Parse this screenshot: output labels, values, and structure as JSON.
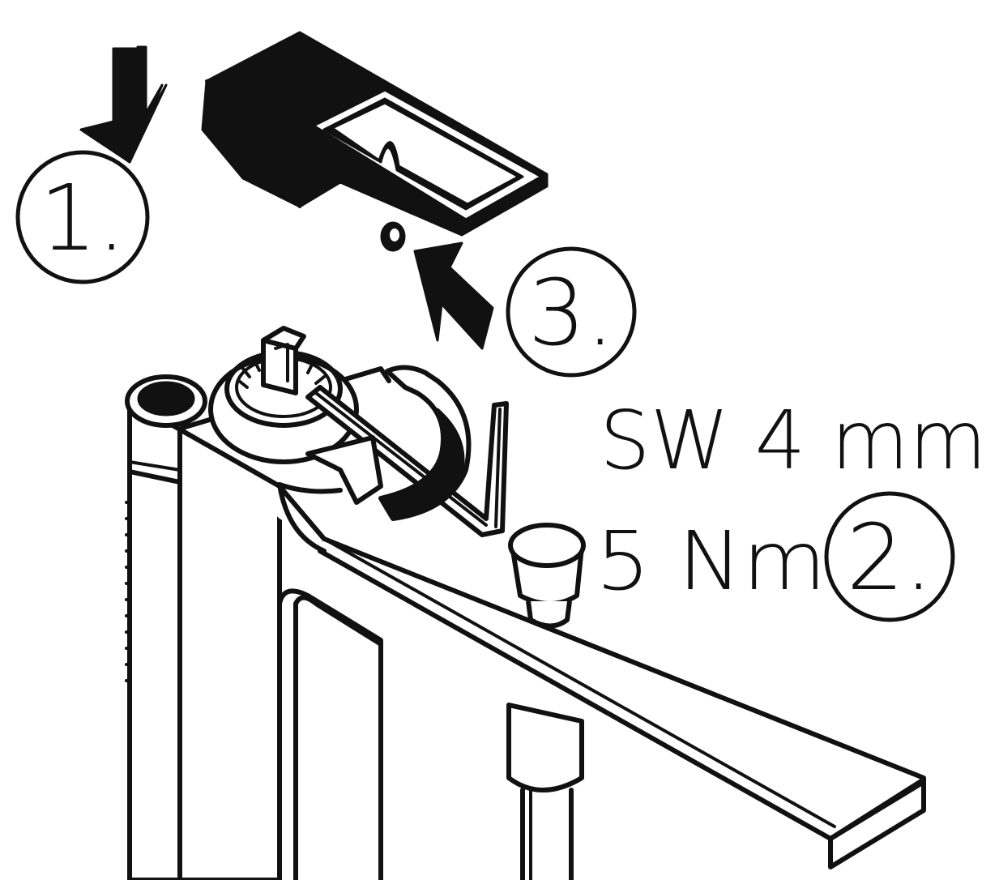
{
  "steps": [
    {
      "number": "1."
    },
    {
      "number": "2."
    },
    {
      "number": "3."
    }
  ],
  "specs": {
    "wrench_size": "SW 4 mm",
    "torque": "5 Nm"
  },
  "colors": {
    "ink": "#111111",
    "background": "#ffffff"
  }
}
